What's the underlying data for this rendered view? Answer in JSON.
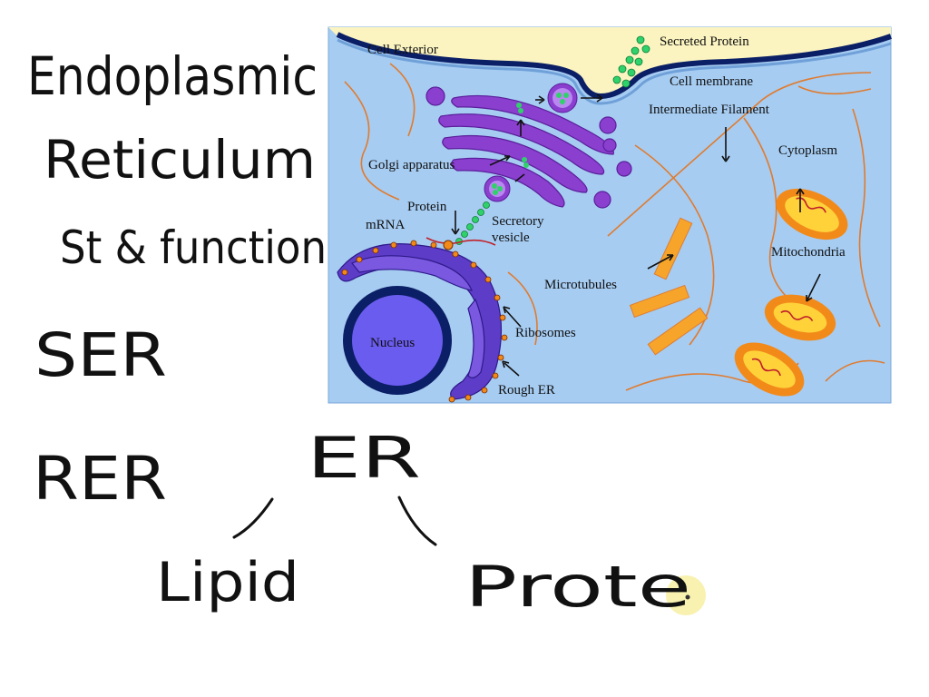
{
  "handwriting": {
    "line1": "Endoplasmic",
    "line2": "Reticulum",
    "line3": "St & function",
    "ser": "SER",
    "rer": "RER",
    "er": "ER",
    "lipid": "Lipid",
    "protein": "Prote"
  },
  "diagram": {
    "cell_exterior": "Cell Exterior",
    "secreted_protein": "Secreted Protein",
    "cell_membrane": "Cell membrane",
    "intermediate_filament": "Intermediate Filament",
    "cytoplasm": "Cytoplasm",
    "golgi_apparatus": "Golgi apparatus",
    "protein": "Protein",
    "mrna": "mRNA",
    "secretory_vesicle_line1": "Secretory",
    "secretory_vesicle_line2": "vesicle",
    "microtubules": "Microtubules",
    "mitochondria": "Mitochondria",
    "nucleus": "Nucleus",
    "ribosomes": "Ribosomes",
    "rough_er": "Rough ER"
  },
  "colors": {
    "cytoplasm": "#a6ccf2",
    "exterior": "#fbf4c0",
    "membrane": "#0b1f66",
    "golgi": "#8a3fcf",
    "er": "#5d3cc7",
    "nucleus": "#6b5cf0",
    "vesicle_dot": "#2fd26a",
    "mito_outer": "#f28a1a",
    "mito_inner": "#ffd23a",
    "filament": "#e07b2e",
    "cursor_highlight": "#f7f0a6"
  }
}
